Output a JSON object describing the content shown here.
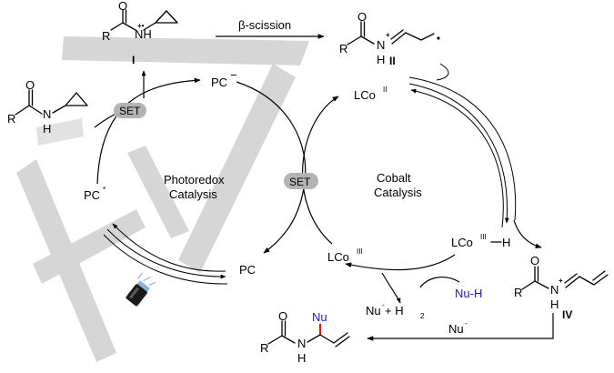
{
  "labels": {
    "r": "R",
    "o": "O",
    "n": "N",
    "h": "H",
    "nh": "NH",
    "radical_cation": "+•",
    "plus": "+",
    "beta_scission": "β-scission",
    "pc": "PC",
    "pc_minus_sign": "−",
    "pc_star_sign": "*",
    "set": "SET",
    "lco": "LCo",
    "co_ii": "II",
    "co_iii": "III",
    "h_suffix": "H",
    "photoredox_1": "Photoredox",
    "photoredox_2": "Catalysis",
    "cobalt_1": "Cobalt",
    "cobalt_2": "Catalysis",
    "nu": "Nu",
    "nu_h": "Nu-H",
    "nu_minus_h2_a": "Nu",
    "nu_minus_sign": "-",
    "nu_minus_h2_b": " + H",
    "h2_sub": "2",
    "nu_minus": "Nu",
    "roman_1": "I",
    "roman_2": "II",
    "roman_4": "IV"
  },
  "colors": {
    "nucleophile_text": "#1c1cc8",
    "new_bond": "#e0141e",
    "set_badge": "#b3b3b3",
    "watermark": "#d6d6d6",
    "lamp_body": "#1a1a1a",
    "lamp_glow": "#8fb0d8"
  },
  "icons": {
    "light_source": "led-lamp-icon"
  }
}
